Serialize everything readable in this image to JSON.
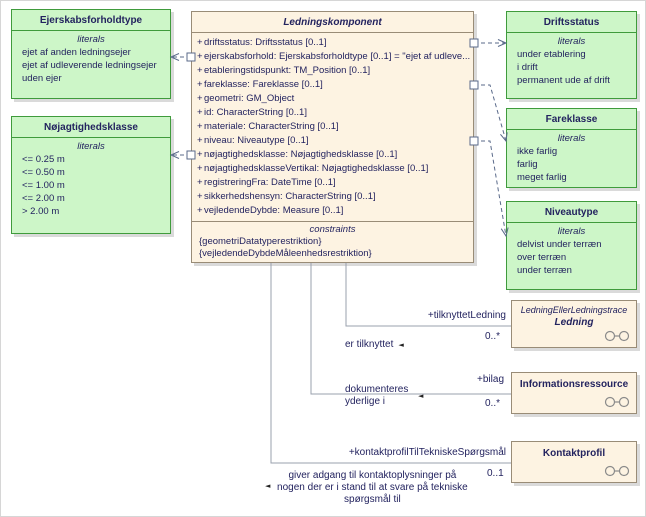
{
  "colors": {
    "enum_fill": "#cdf6c8",
    "enum_border": "#3f9b3c",
    "class_fill": "#fdf3e2",
    "class_border": "#998c77",
    "text": "#23235f",
    "dependency_line": "#5a6a8a",
    "association_line": "#9aa0ae"
  },
  "enums": {
    "ejerskabsforholdtype": {
      "title": "Ejerskabsforholdtype",
      "section": "literals",
      "literals": [
        "ejet af anden ledningsejer",
        "ejet af udleverende ledningsejer",
        "uden ejer"
      ]
    },
    "nojagtighedsklasse": {
      "title": "Nøjagtighedsklasse",
      "section": "literals",
      "literals": [
        "<= 0.25 m",
        "<= 0.50 m",
        "<= 1.00 m",
        "<= 2.00 m",
        "> 2.00 m"
      ]
    },
    "driftsstatus": {
      "title": "Driftsstatus",
      "section": "literals",
      "literals": [
        "under etablering",
        "i drift",
        "permanent ude af drift"
      ]
    },
    "fareklasse": {
      "title": "Fareklasse",
      "section": "literals",
      "literals": [
        "ikke farlig",
        "farlig",
        "meget farlig"
      ]
    },
    "niveautype": {
      "title": "Niveautype",
      "section": "literals",
      "literals": [
        "delvist under terræn",
        "over terræn",
        "under terræn"
      ]
    }
  },
  "main_class": {
    "title": "Ledningskomponent",
    "attributes": [
      {
        "vis": "+",
        "text": "driftsstatus: Driftsstatus [0..1]"
      },
      {
        "vis": "+",
        "text": "ejerskabsforhold: Ejerskabsforholdtype [0..1] = \"ejet af udleve..."
      },
      {
        "vis": "+",
        "text": "etableringstidspunkt: TM_Position [0..1]"
      },
      {
        "vis": "+",
        "text": "fareklasse: Fareklasse [0..1]"
      },
      {
        "vis": "+",
        "text": "geometri: GM_Object"
      },
      {
        "vis": "+",
        "text": "id: CharacterString [0..1]"
      },
      {
        "vis": "+",
        "text": "materiale: CharacterString [0..1]"
      },
      {
        "vis": "+",
        "text": "niveau: Niveautype [0..1]"
      },
      {
        "vis": "+",
        "text": "nøjagtighedsklasse: Nøjagtighedsklasse [0..1]"
      },
      {
        "vis": "+",
        "text": "nøjagtighedsklasseVertikal: Nøjagtighedsklasse [0..1]"
      },
      {
        "vis": "+",
        "text": "registreringFra: DateTime [0..1]"
      },
      {
        "vis": "+",
        "text": "sikkerhedshensyn: CharacterString [0..1]"
      },
      {
        "vis": "+",
        "text": "vejledendeDybde: Measure [0..1]"
      }
    ],
    "constraints_section": "constraints",
    "constraints": [
      "{geometriDatatyperestriktion}",
      "{vejledendeDybdeMåleenhedsrestriktion}"
    ]
  },
  "classes": {
    "ledning": {
      "package": "LedningEllerLedningstrace",
      "title": "Ledning"
    },
    "informationsressource": {
      "title": "Informationsressource"
    },
    "kontaktprofil": {
      "title": "Kontaktprofil"
    }
  },
  "associations": [
    {
      "role": "+tilknyttetLedning",
      "multiplicity": "0..*",
      "name": "er tilknyttet",
      "marker": "◄"
    },
    {
      "role": "+bilag",
      "multiplicity": "0..*",
      "name": "dokumenteres yderlige i",
      "marker": "◄"
    },
    {
      "role": "+kontaktprofilTilTekniskeSpørgsmål",
      "multiplicity": "0..1",
      "name": "giver adgang til kontaktoplysninger på nogen der er i stand til at svare på tekniske spørgsmål til",
      "marker": "◄"
    }
  ]
}
